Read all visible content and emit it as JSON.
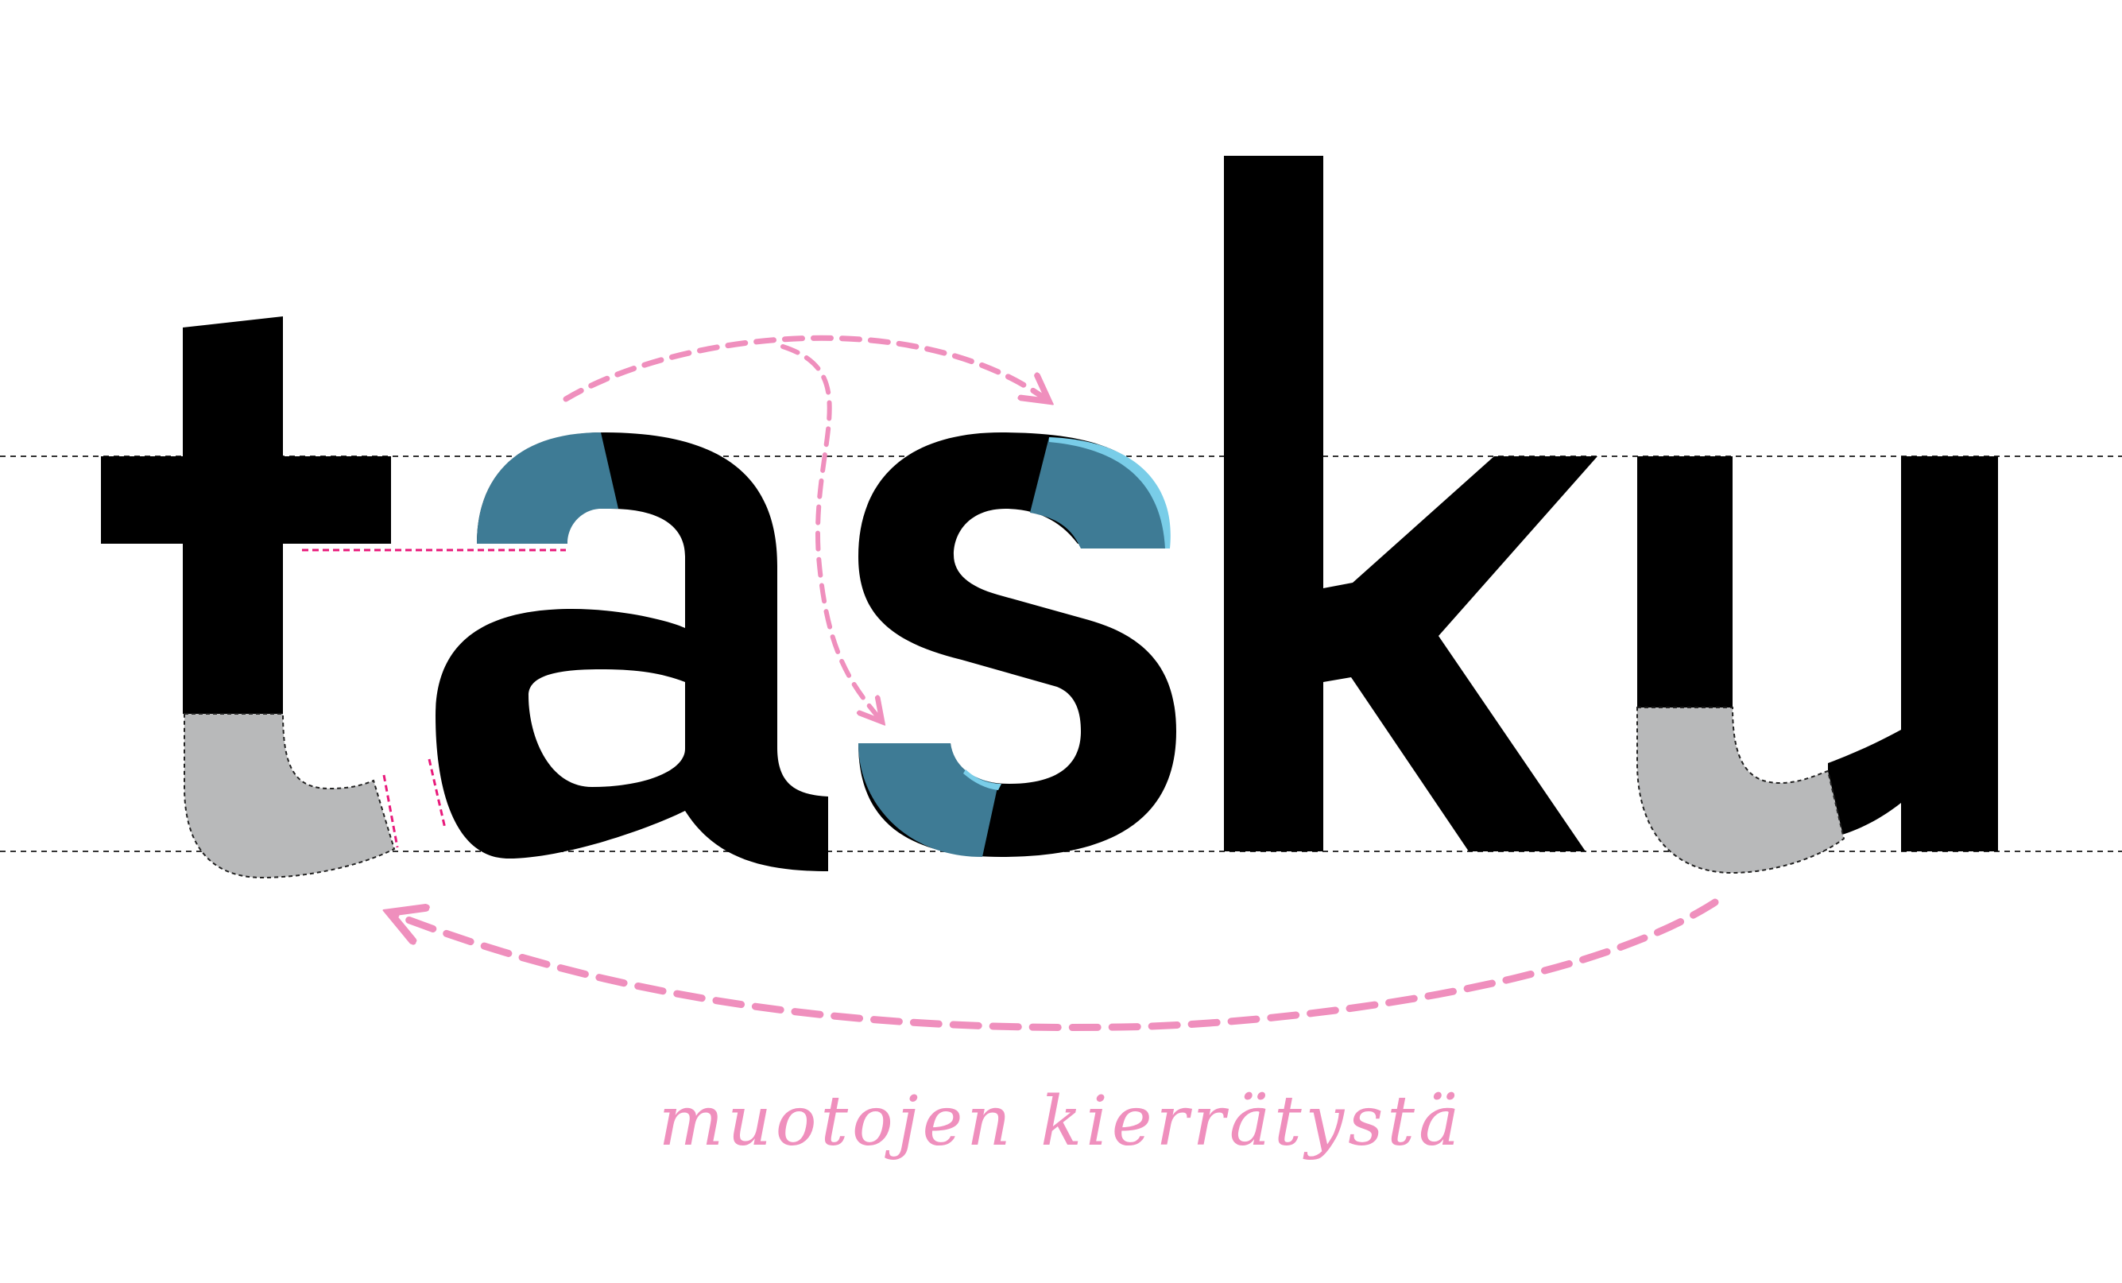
{
  "word": "tasku",
  "caption": "muotojen kierrätystä",
  "colors": {
    "background": "#ffffff",
    "glyph": "#000000",
    "recycled_teal": "#3e7b95",
    "recycled_highlight": "#79cde8",
    "recycled_gray": "#b8b9ba",
    "arrow_pink": "#ef8fbd",
    "guide_magenta": "#e8197a",
    "guideline": "#333333",
    "caption": "#ef8fbd"
  },
  "icons": {
    "arrows": "dashed-curved-arrow",
    "guidelines": "dashed-horizontal-line"
  }
}
